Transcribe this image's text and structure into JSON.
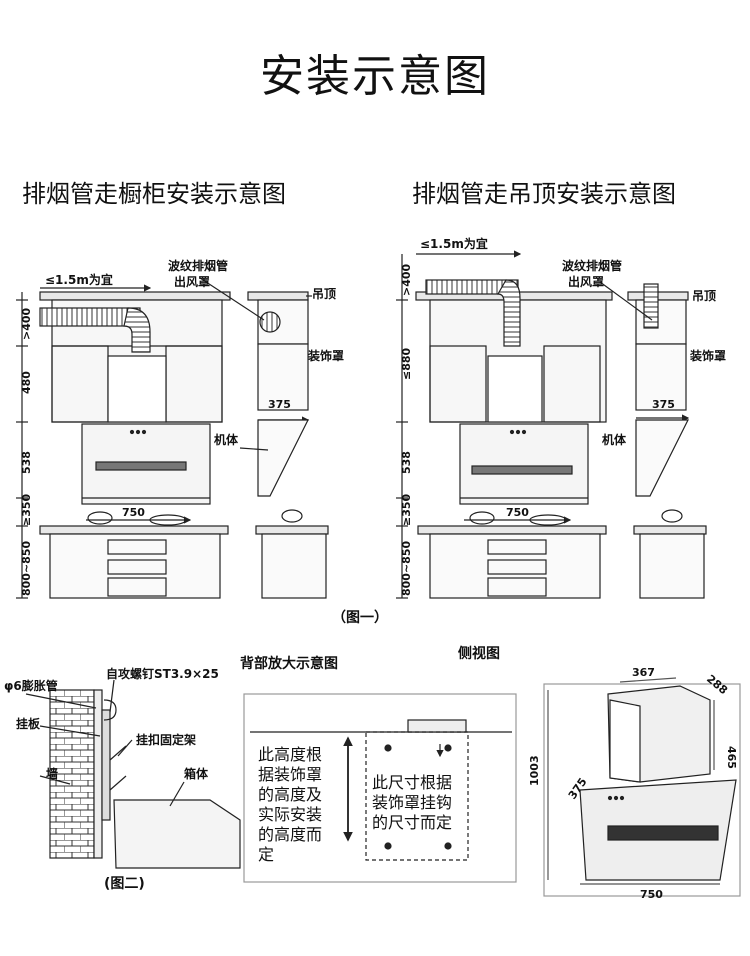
{
  "title": "安装示意图",
  "subtitles": {
    "left": "排烟管走橱柜安装示意图",
    "right": "排烟管走吊顶安装示意图"
  },
  "fig1": {
    "caption": "（图一）",
    "left": {
      "top_width": "≤1.5m为宜",
      "duct": "波纹排烟管",
      "outlet": "出风罩",
      "ceiling": "吊顶",
      "cover": "装饰罩",
      "body": "机体",
      "d400": ">400",
      "d480": "480",
      "d538": "538",
      "d350": "≥350",
      "d800": "800~850",
      "w750": "750",
      "w375": "375"
    },
    "right": {
      "top_width": "≤1.5m为宜",
      "duct": "波纹排烟管",
      "outlet": "出风罩",
      "ceiling": "吊顶",
      "cover": "装饰罩",
      "body": "机体",
      "d400": ">400",
      "d880": "≤880",
      "d538": "538",
      "d350": "≥350",
      "d800": "800~850",
      "w750": "750",
      "w375": "375"
    }
  },
  "fig2": {
    "caption": "(图二)",
    "anchor": "φ6膨胀管",
    "screw": "自攻螺钉ST3.9×25",
    "plate": "挂板",
    "bracket": "挂扣固定架",
    "wall": "墙",
    "box": "箱体"
  },
  "back": {
    "title": "背部放大示意图",
    "note_left": [
      "此高度根",
      "据装饰罩",
      "的高度及",
      "实际安装",
      "的高度而",
      "定"
    ],
    "note_right": [
      "此尺寸根据",
      "装饰罩挂钩",
      "的尺寸而定"
    ]
  },
  "side": {
    "title": "侧视图",
    "d367": "367",
    "d288": "288",
    "d465": "465",
    "d1003": "1003",
    "d375": "375",
    "d750": "750"
  },
  "colors": {
    "line": "#222222",
    "fill": "#f2f2f2",
    "dark": "#333333"
  }
}
